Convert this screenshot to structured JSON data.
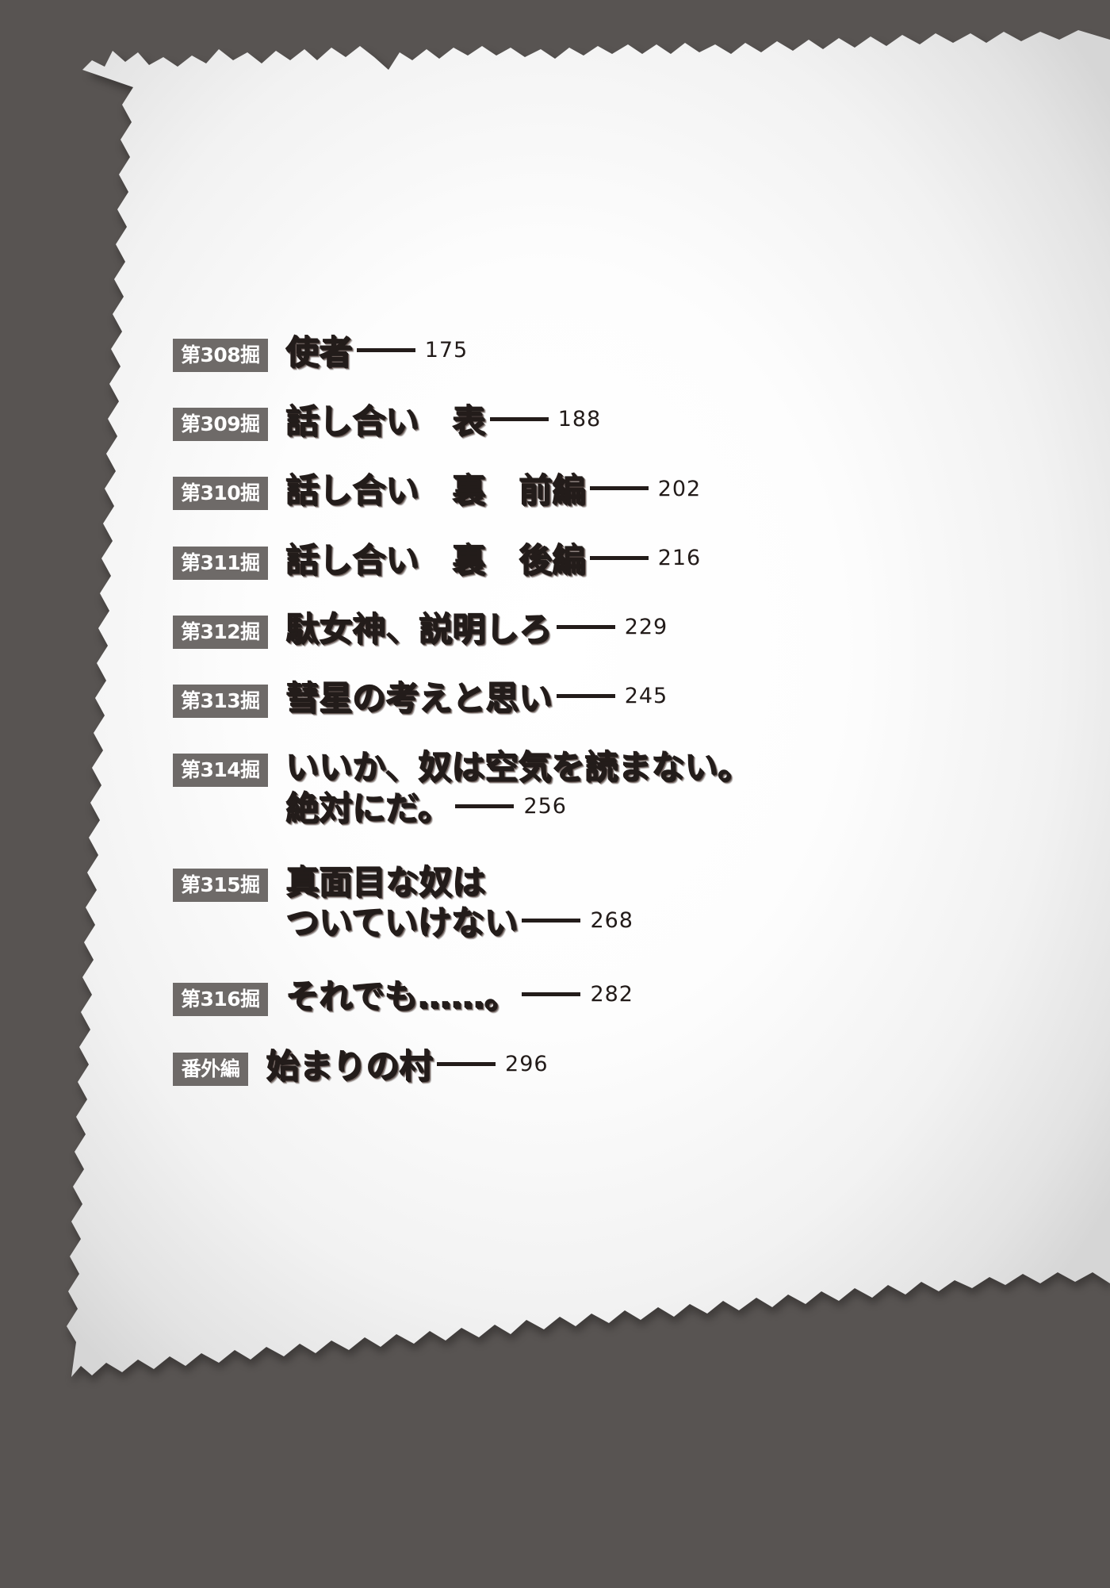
{
  "document": {
    "type": "table-of-contents",
    "background_color": "#585452",
    "paper_color": "#ffffff",
    "badge_color": "#6e6a68",
    "text_color": "#231c1a"
  },
  "toc": {
    "entries": [
      {
        "badge": "第308掘",
        "lines": [
          "使者"
        ],
        "page": "175",
        "leader_on_line": 0
      },
      {
        "badge": "第309掘",
        "lines": [
          "話し合い　表"
        ],
        "page": "188",
        "leader_on_line": 0
      },
      {
        "badge": "第310掘",
        "lines": [
          "話し合い　裏　前編"
        ],
        "page": "202",
        "leader_on_line": 0
      },
      {
        "badge": "第311掘",
        "lines": [
          "話し合い　裏　後編"
        ],
        "page": "216",
        "leader_on_line": 0
      },
      {
        "badge": "第312掘",
        "lines": [
          "駄女神、説明しろ"
        ],
        "page": "229",
        "leader_on_line": 0
      },
      {
        "badge": "第313掘",
        "lines": [
          "彗星の考えと思い"
        ],
        "page": "245",
        "leader_on_line": 0
      },
      {
        "badge": "第314掘",
        "lines": [
          "いいか、奴は空気を読まない。",
          "絶対にだ。"
        ],
        "page": "256",
        "leader_on_line": 1
      },
      {
        "badge": "第315掘",
        "lines": [
          "真面目な奴は",
          "ついていけない"
        ],
        "page": "268",
        "leader_on_line": 1
      },
      {
        "badge": "第316掘",
        "lines": [
          "それでも……。"
        ],
        "page": "282",
        "leader_on_line": 0
      },
      {
        "badge": "番外編",
        "lines": [
          "始まりの村"
        ],
        "page": "296",
        "leader_on_line": 0
      }
    ]
  }
}
